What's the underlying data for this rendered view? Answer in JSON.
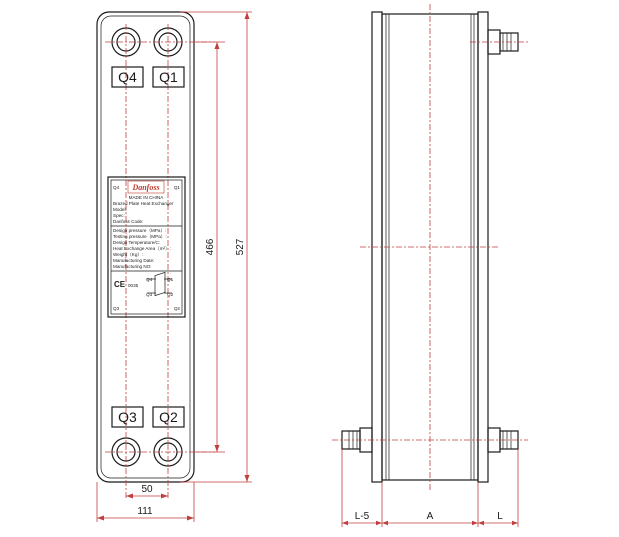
{
  "front_view": {
    "ports": {
      "q4": "Q4",
      "q1": "Q1",
      "q3": "Q3",
      "q2": "Q2"
    },
    "dimensions": {
      "height_ports": "466",
      "height_total": "527",
      "width_ports": "50",
      "width_total": "111"
    }
  },
  "nameplate": {
    "brand": "Danfoss",
    "corner_q4": "Q4",
    "corner_q1": "Q1",
    "corner_q3": "Q3",
    "corner_q2": "Q2",
    "made_in": "MADE IN CHINA",
    "product": "Brazed Plate Heat Exchanger",
    "model": "Model:",
    "spec": "Spec:",
    "code": "Danfoss Code:",
    "design_pressure": "Design pressure（MPa）:",
    "testing_pressure": "Testing pressure（MPa）:",
    "design_temperature": "Design Temperature/C:",
    "heat_area": "Heat Exchange Area（m²）:",
    "weight": "Weight（Kg）:",
    "mfg_date": "Manufacturing Date:",
    "mfg_no": "Manufacturing NO:",
    "ce_mark": "CE",
    "ce_number": "0035",
    "flow_labels": {
      "a": "Q4",
      "b": "Q1",
      "c": "Q3",
      "d": "Q2"
    }
  },
  "side_view": {
    "dimensions": {
      "left": "L-5",
      "middle": "A",
      "right": "L"
    }
  },
  "colors": {
    "outline": "#1a1a1a",
    "dimension": "#c04040",
    "brand": "#c0392b"
  }
}
